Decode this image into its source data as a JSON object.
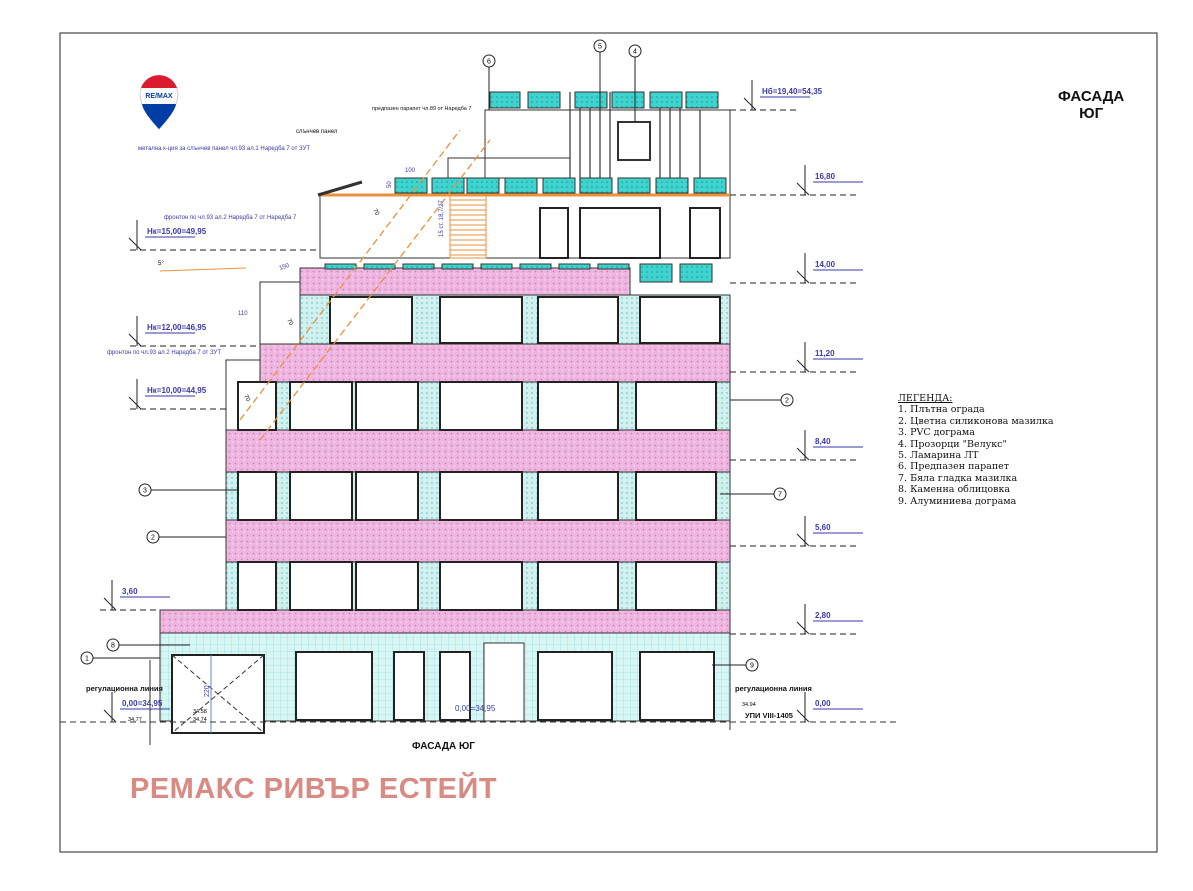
{
  "title": {
    "line1": "ФАСАДА",
    "line2": "ЮГ"
  },
  "bottom_title": "ФАСАДА ЮГ",
  "brand_text": "РЕМАКС РИВЪР ЕСТЕЙТ",
  "logo": {
    "text": "RE/MAX",
    "colors": {
      "red": "#dc1c2e",
      "blue": "#003da5"
    }
  },
  "colors": {
    "pink_band": "#f0b4e0",
    "cyan_glass": "#3fd3cf",
    "ground_tile": "#cff4f2",
    "orange_guide": "#e8923a",
    "annotation_blue": "#3a3aa8",
    "brand": "#d98a82"
  },
  "annotations": {
    "metal_structure": "метална к-ция за слънчев панел чл.93 ал.1 Наредба 7 от ЗУТ",
    "solar_panel": "слънчев панел",
    "parapet": "предпазен парапет чл.89 от Наредба 7",
    "gable_upper": "фронтон по чл.93 ал.2 Наредба 7 от Наредба 7",
    "gable_lower": "фронтон по чл.93 ал.2 Наредба 7 от ЗУТ",
    "stairs": "15 ст. 18,7/27",
    "regulation_line_left": "регулационна линия",
    "regulation_line_right": "регулационна линия",
    "upi": "УПИ VIII-1405"
  },
  "dimensions": {
    "d100": "100",
    "d50": "50",
    "d70a": "70",
    "d150": "150",
    "d110": "110",
    "d70b": "70",
    "d70c": "70",
    "angle": "5°",
    "d220": "220"
  },
  "levels_left": [
    "Hк=15,00=49,95",
    "Hк=12,00=46,95",
    "Hк=10,00=44,95",
    "3,60",
    "0,00=34,95"
  ],
  "levels_right": [
    "Hб=19,40=54,35",
    "16,80",
    "14,00",
    "11,20",
    "8,40",
    "5,60",
    "2,80",
    "0,00"
  ],
  "ground_marks": {
    "left": "34,77",
    "garage_top": "34.58",
    "garage_bottom": "34.74",
    "right": "34.94",
    "center": "0,00=34,95"
  },
  "callouts": [
    "6",
    "5",
    "4",
    "2",
    "3",
    "7",
    "2",
    "8",
    "1",
    "9"
  ],
  "legend": {
    "title": "ЛЕГЕНДА:",
    "items": [
      "1. Плътна ограда",
      "2. Цветна силиконова мазилка",
      "3. PVC дограма",
      "4. Прозорци \"Велукс\"",
      "5. Ламарина ЛТ",
      "6. Предпазен парапет",
      "7. Бяла гладка мазилка",
      "8. Каменна облицовка",
      "9. Алуминиева дограма"
    ]
  }
}
